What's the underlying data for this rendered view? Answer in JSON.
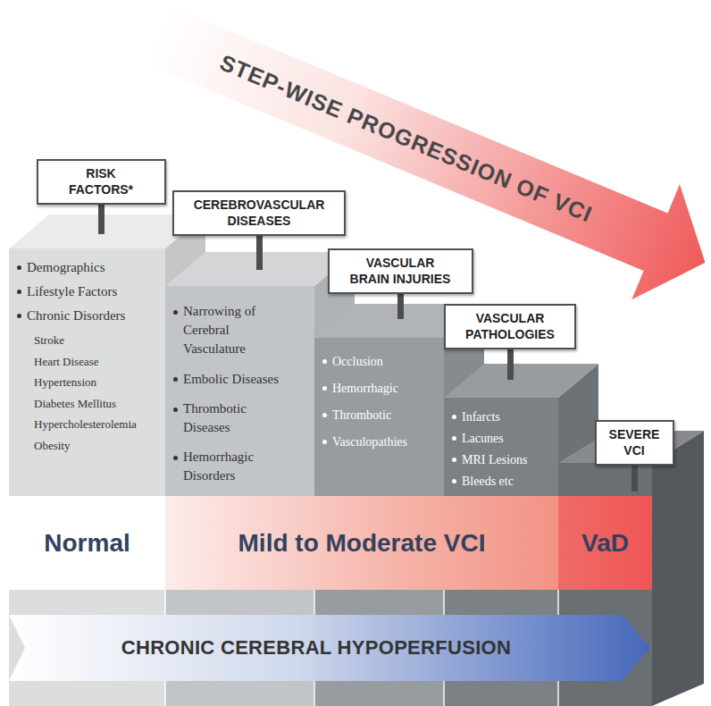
{
  "diagram": {
    "nodes": [
      {
        "text": [
          "STEP-WISE PROGRESSION OF VCI"
        ]
      },
      {
        "text": [
          "RISK FACTORS*"
        ]
      },
      {
        "text": [
          "Demographics",
          "Lifestyle Factors",
          "Chronic Disorders",
          "Stroke",
          "Heart Disease",
          "Hypertension",
          "Diabetes Mellitus",
          "Hypercholesterolemia",
          "Obesity"
        ]
      },
      {
        "text": [
          "CEREBROVASCULAR DISEASES"
        ]
      },
      {
        "text": [
          "Narrowing of Cerebral Vasculature",
          "Embolic Diseases",
          "Thrombotic Diseases",
          "Hemorrhagic Disorders"
        ]
      },
      {
        "text": [
          "VASCULAR BRAIN INJURIES"
        ]
      },
      {
        "text": [
          "Occlusion",
          "Hemorrhagic",
          "Thrombotic",
          "Vasculopathies"
        ]
      },
      {
        "text": [
          "VASCULAR PATHOLOGIES"
        ]
      },
      {
        "text": [
          "Infarcts",
          "Lacunes",
          "MRI Lesions",
          "Bleeds etc"
        ]
      },
      {
        "text": [
          "SEVERE VCI"
        ]
      },
      {
        "text": [
          "Normal"
        ]
      },
      {
        "text": [
          "Mild to Moderate VCI"
        ]
      },
      {
        "text": [
          "VaD"
        ]
      },
      {
        "text": [
          "CHRONIC CEREBRAL HYPOPERFUSION"
        ]
      }
    ]
  }
}
